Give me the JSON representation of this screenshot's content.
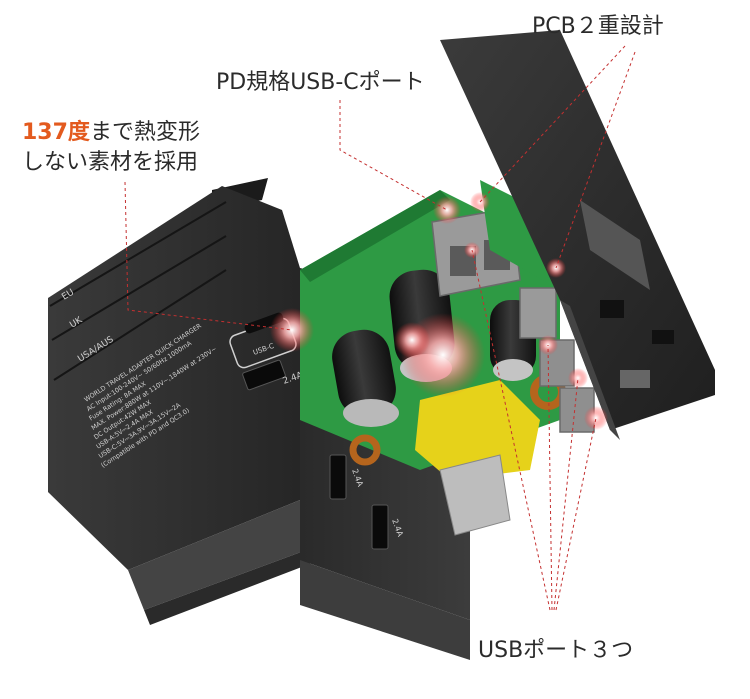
{
  "labels": {
    "pcb": "PCB２重設計",
    "pd_port": "PD規格USB-Cポート",
    "heat_highlight": "137度",
    "heat_rest": "まで熱変形",
    "heat_line2": "しない素材を採用",
    "usb_ports": "USBポート３つ"
  },
  "device": {
    "plug_eu": "EU",
    "plug_uk": "UK",
    "plug_usa": "USA/AUS",
    "port_usbc": "USB-C",
    "port_24a": "2.4A",
    "side_port_1": "2.4A",
    "side_port_2": "2.4A",
    "spec_lines": [
      "WORLD TRAVEL ADAPTER QUICK CHARGER",
      "AC Input:100-240V~ 50/60Hz 1000mA",
      "Fuse Rating: 8A MAX",
      "MAX. Power:880W at 110V~,1840W at 230V~",
      "DC Output:42W MAX",
      "USB-A:5V⎓2.4A MAX",
      "USB-C:5V⎓3A,9V⎓3A,15V⎓2A",
      "(Compatible with PD and QC3.0)"
    ]
  },
  "colors": {
    "accent": "#e35a1e",
    "text": "#2b2b2b",
    "leader": "#c43030",
    "body": "#2e2e2e",
    "pcb": "#2e9a44",
    "yellow_part": "#e6d21a"
  }
}
